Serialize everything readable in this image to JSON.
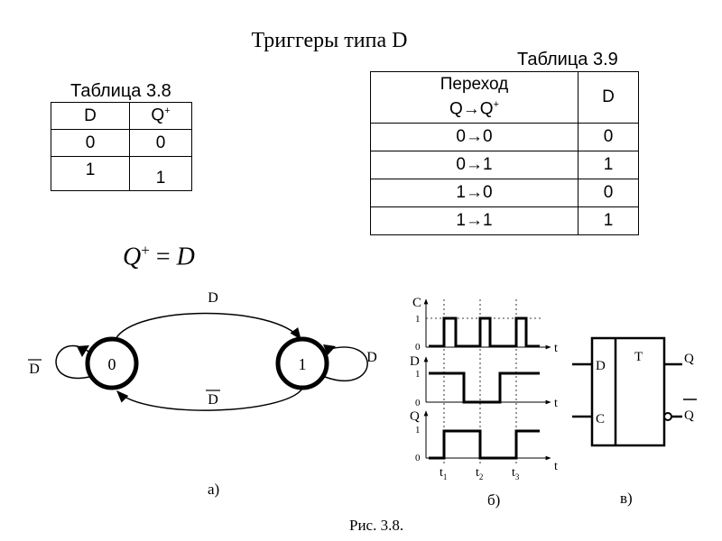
{
  "title": "Триггеры типа D",
  "table38": {
    "caption": "Таблица 3.8",
    "headers": [
      "D",
      "Q"
    ],
    "header_sup": "+",
    "rows": [
      [
        "0",
        "0"
      ],
      [
        "1",
        "1"
      ]
    ]
  },
  "table39": {
    "caption": "Таблица 3.9",
    "header_line1": "Переход",
    "header_from": "Q",
    "header_arrow": "→",
    "header_to": "Q",
    "header_sup": "+",
    "header_d": "D",
    "rows": [
      {
        "from": "0",
        "to": "0",
        "d": "0"
      },
      {
        "from": "0",
        "to": "1",
        "d": "1"
      },
      {
        "from": "1",
        "to": "0",
        "d": "0"
      },
      {
        "from": "1",
        "to": "1",
        "d": "1"
      }
    ]
  },
  "formula": {
    "lhs": "Q",
    "sup": "+",
    "eq": "=",
    "rhs": "D"
  },
  "state_diagram": {
    "states": [
      "0",
      "1"
    ],
    "top_arc_label": "D",
    "bottom_arc_label": "D",
    "left_loop_label": "D",
    "right_loop_label": "D",
    "caption": "а)"
  },
  "timing": {
    "signals": [
      "C",
      "D",
      "Q"
    ],
    "level_high": "1",
    "level_low": "0",
    "time_axis": "t",
    "ticks": [
      "t",
      "t",
      "t"
    ],
    "tick_subs": [
      "1",
      "2",
      "3"
    ],
    "caption": "б)"
  },
  "symbol": {
    "type_label": "T",
    "input_d": "D",
    "input_c": "C",
    "output_q": "Q",
    "output_qbar": "Q",
    "caption": "в)"
  },
  "figure_caption": "Рис. 3.8."
}
